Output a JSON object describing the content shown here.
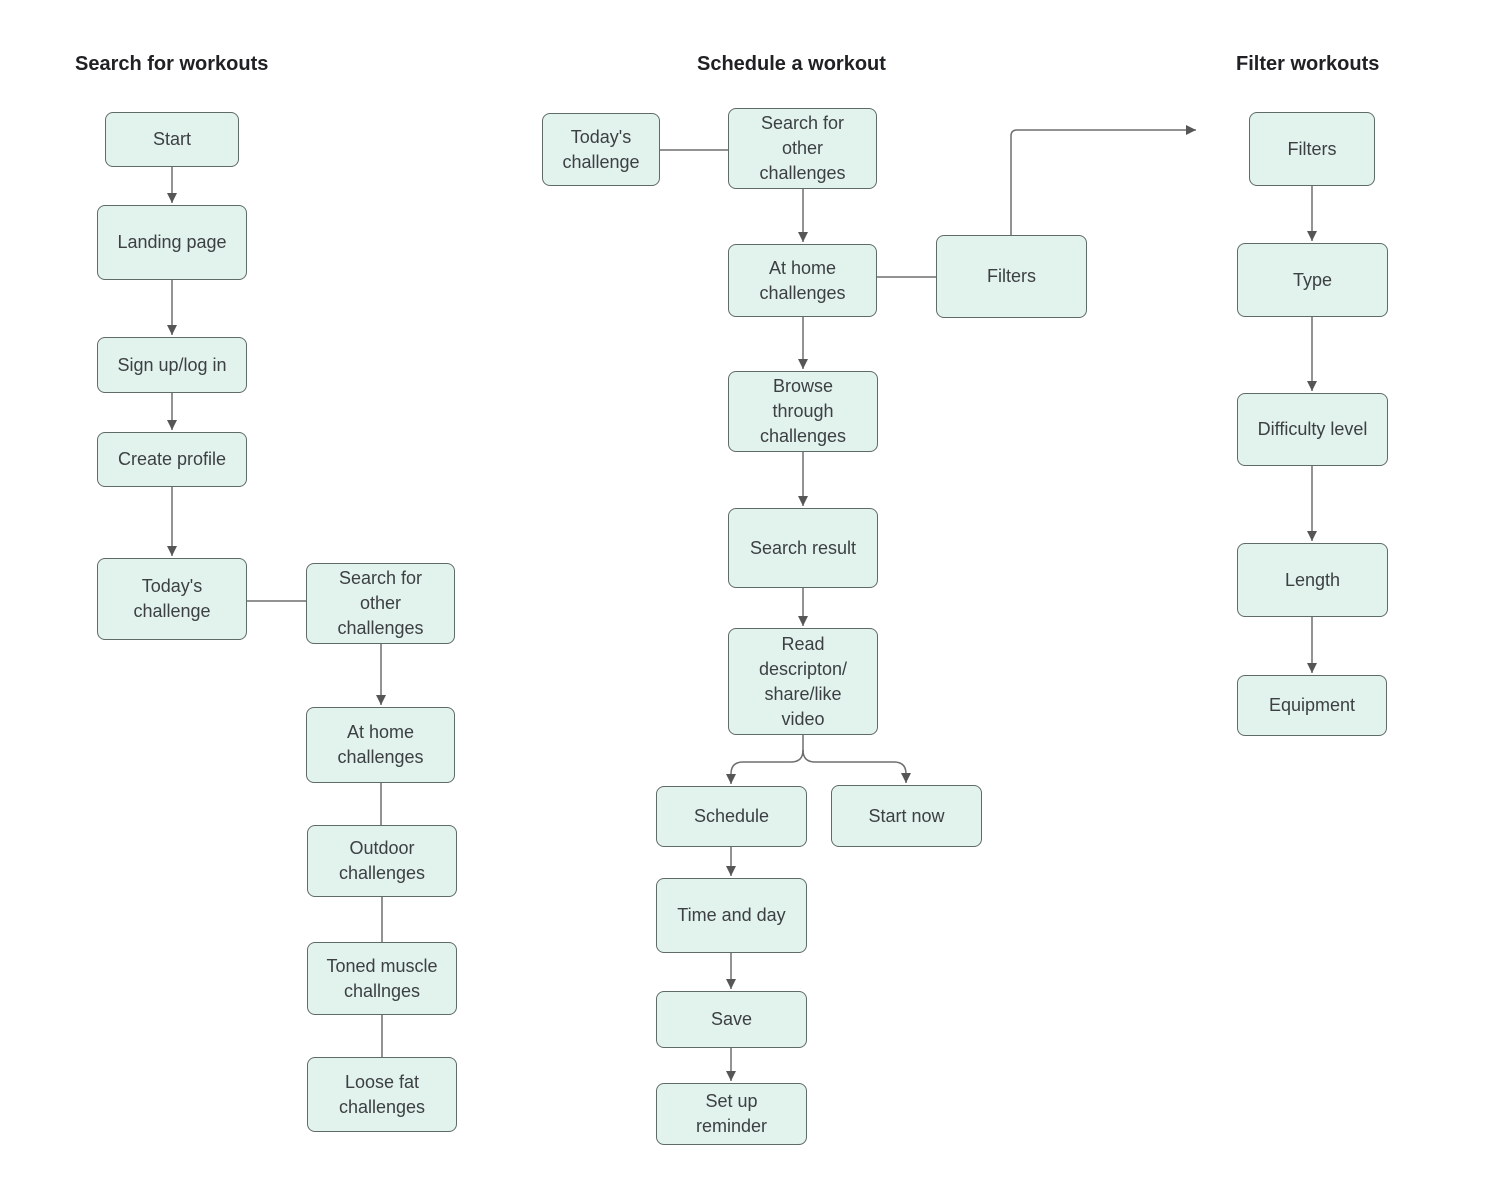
{
  "colors": {
    "canvas_bg": "#ffffff",
    "node_fill": "#e2f2ed",
    "node_border": "#5f6b68",
    "node_text": "#3c4043",
    "title_text": "#202124",
    "connector": "#6f6f6f",
    "arrowhead": "#565656"
  },
  "sections": {
    "search_workouts": {
      "title": "Search for workouts"
    },
    "schedule_workout": {
      "title": "Schedule a workout"
    },
    "filter_workouts": {
      "title": "Filter workouts"
    }
  },
  "nodes": {
    "start": "Start",
    "landing_page": "Landing page",
    "sign_up_log_in": "Sign up/log in",
    "create_profile": "Create profile",
    "todays_challenge_left": "Today's\nchallenge",
    "search_other_left": "Search for\nother\nchallenges",
    "at_home_left": "At home\nchallenges",
    "outdoor_challenges": "Outdoor\nchallenges",
    "toned_muscle_challnges": "Toned muscle\nchallnges",
    "loose_fat_challenges": "Loose fat\nchallenges",
    "todays_challenge_mid": "Today's\nchallenge",
    "search_other_mid": "Search for\nother\nchallenges",
    "at_home_mid": "At home\nchallenges",
    "browse_through_challenges": "Browse\nthrough\nchallenges",
    "search_result": "Search result",
    "read_description_share_like_video": "Read\ndescripton/\nshare/like\nvideo",
    "schedule": "Schedule",
    "start_now": "Start now",
    "time_and_day": "Time and day",
    "save": "Save",
    "set_up_reminder": "Set up\nreminder",
    "filters_mid": "Filters",
    "filters_right": "Filters",
    "type": "Type",
    "difficulty_level": "Difficulty level",
    "length": "Length",
    "equipment": "Equipment"
  }
}
